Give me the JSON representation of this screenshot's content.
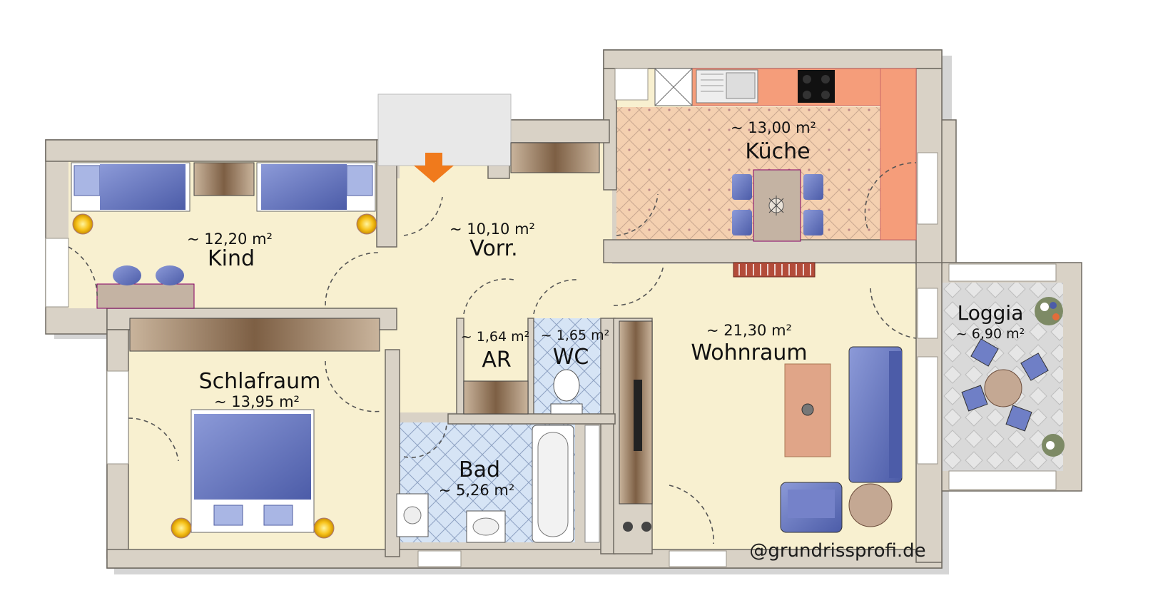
{
  "colors": {
    "wall": "#d9d2c6",
    "floor": "#f8f0d0",
    "kitchen_tile": "#f2c9a8",
    "bath_tile": "#d3e3f4",
    "counter": "#f59d7a",
    "furniture_blue": "#6f7fc6",
    "wood": "#8a6a50",
    "entry_arrow": "#f07a1c"
  },
  "rooms": {
    "kind": {
      "name": "Kind",
      "area": "~ 12,20 m²"
    },
    "vorr": {
      "name": "Vorr.",
      "area": "~ 10,10 m²"
    },
    "kueche": {
      "name": "Küche",
      "area": "~ 13,00 m²"
    },
    "ar": {
      "name": "AR",
      "area": "~ 1,64 m²"
    },
    "wc": {
      "name": "WC",
      "area": "~ 1,65 m²"
    },
    "wohnraum": {
      "name": "Wohnraum",
      "area": "~ 21,30 m²"
    },
    "loggia": {
      "name": "Loggia",
      "area": "~ 6,90 m²"
    },
    "schlafraum": {
      "name": "Schlafraum",
      "area": "~ 13,95 m²"
    },
    "bad": {
      "name": "Bad",
      "area": "~ 5,26 m²"
    }
  },
  "watermark": "@grundrissprofi.de",
  "icons": [
    "entry-arrow-icon",
    "bed-icon",
    "lamp-icon",
    "sofa-icon",
    "table-icon",
    "chair-icon",
    "stove-icon",
    "sink-icon",
    "bathtub-icon",
    "toilet-icon",
    "washbasin-icon",
    "washing-machine-icon",
    "plant-icon"
  ]
}
